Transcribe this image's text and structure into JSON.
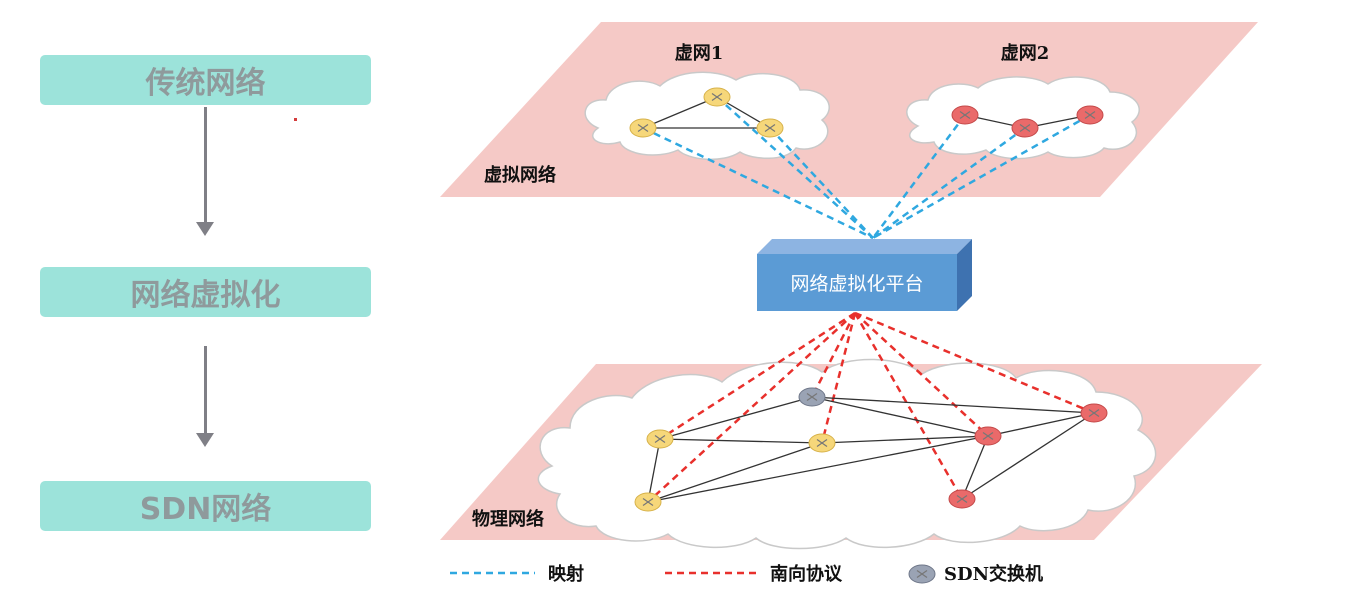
{
  "flow": {
    "steps": [
      "传统网络",
      "网络虚拟化",
      "SDN网络"
    ]
  },
  "diagram": {
    "vnet1_label": "虚网1",
    "vnet2_label": "虚网2",
    "virtual_layer_label": "虚拟网络",
    "platform_label": "网络虚拟化平台",
    "physical_layer_label": "物理网络"
  },
  "legend": {
    "mapping": "映射",
    "southbound": "南向协议",
    "sdn_switch": "SDN交换机"
  },
  "colors": {
    "flow_box": "#9ce3da",
    "plane": "#f5c9c6",
    "platform": "#5b9bd5",
    "mapping_line": "#2fa8e0",
    "southbound_line": "#e8302c",
    "node_yellow": "#f6d77a",
    "node_red": "#ea6a6a",
    "node_gray": "#9aa3b4"
  },
  "icons": {
    "node_yellow": "switch-node-yellow-icon",
    "node_red": "switch-node-red-icon",
    "node_gray": "sdn-switch-icon"
  }
}
